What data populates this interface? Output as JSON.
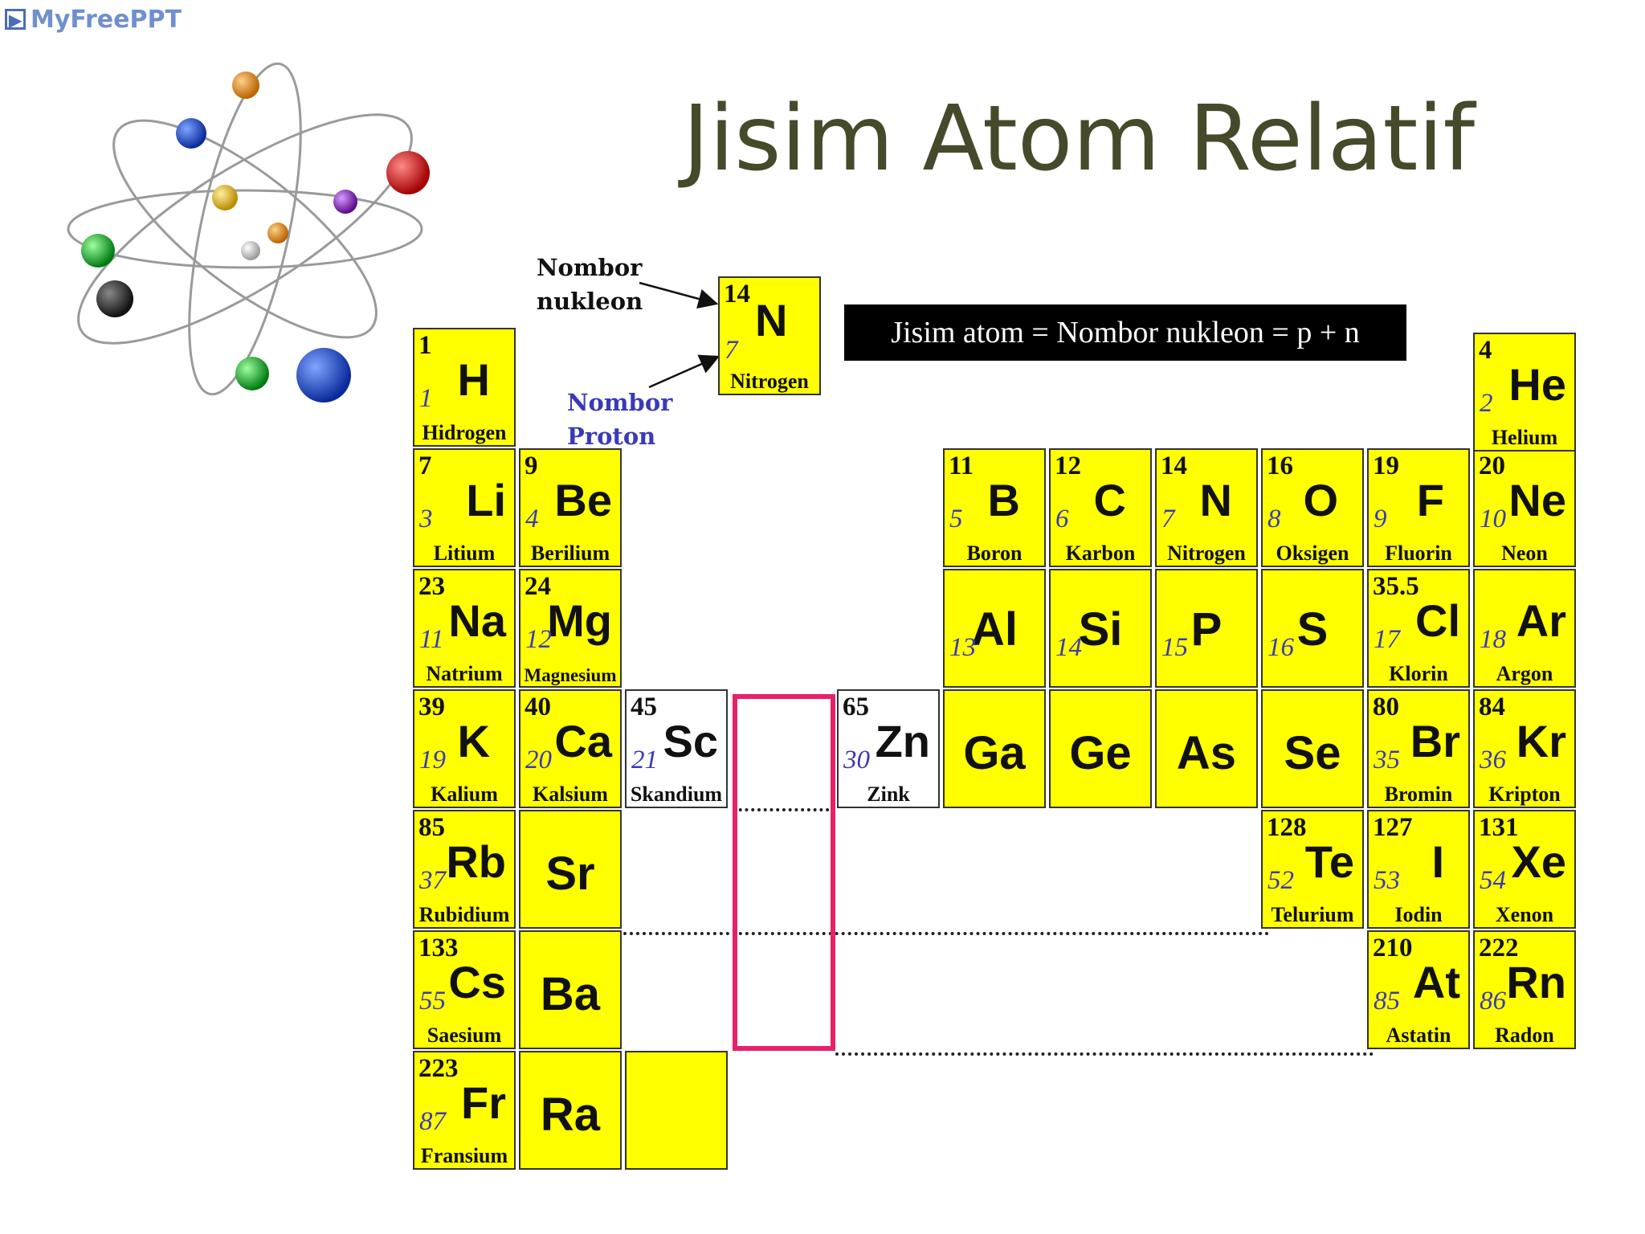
{
  "logo": {
    "icon": "presentation-icon",
    "text": "MyFreePPT"
  },
  "title": "Jisim Atom Relatif",
  "formula": "Jisim atom = Nombor nukleon = p + n",
  "legend": {
    "nukleon_label": [
      "Nombor",
      "nukleon"
    ],
    "proton_label": [
      "Nombor",
      "Proton"
    ],
    "example": {
      "nukleon": "14",
      "symbol": "N",
      "proton": "7",
      "name": "Nitrogen"
    }
  },
  "elements": [
    {
      "col": 0,
      "row": 0,
      "sym": "H",
      "nuk": "1",
      "pro": "1",
      "name": "Hidrogen"
    },
    {
      "col": 0,
      "row": 1,
      "sym": "Li",
      "nuk": "7",
      "pro": "3",
      "name": "Litium"
    },
    {
      "col": 1,
      "row": 1,
      "sym": "Be",
      "nuk": "9",
      "pro": "4",
      "name": "Berilium"
    },
    {
      "col": 0,
      "row": 2,
      "sym": "Na",
      "nuk": "23",
      "pro": "11",
      "name": "Natrium"
    },
    {
      "col": 1,
      "row": 2,
      "sym": "Mg",
      "nuk": "24",
      "pro": "12",
      "name": "Magnesium"
    },
    {
      "col": 0,
      "row": 3,
      "sym": "K",
      "nuk": "39",
      "pro": "19",
      "name": "Kalium"
    },
    {
      "col": 1,
      "row": 3,
      "sym": "Ca",
      "nuk": "40",
      "pro": "20",
      "name": "Kalsium"
    },
    {
      "col": 2,
      "row": 3,
      "sym": "Sc",
      "nuk": "45",
      "pro": "21",
      "name": "Skandium",
      "white": true
    },
    {
      "col": 4,
      "row": 3,
      "sym": "Zn",
      "nuk": "65",
      "pro": "30",
      "name": "Zink",
      "white": true
    },
    {
      "col": 0,
      "row": 4,
      "sym": "Rb",
      "nuk": "85",
      "pro": "37",
      "name": "Rubidium"
    },
    {
      "col": 1,
      "row": 4,
      "sym": "Sr"
    },
    {
      "col": 0,
      "row": 5,
      "sym": "Cs",
      "nuk": "133",
      "pro": "55",
      "name": "Saesium"
    },
    {
      "col": 1,
      "row": 5,
      "sym": "Ba"
    },
    {
      "col": 0,
      "row": 6,
      "sym": "Fr",
      "nuk": "223",
      "pro": "87",
      "name": "Fransium"
    },
    {
      "col": 1,
      "row": 6,
      "sym": "Ra"
    },
    {
      "col": 2,
      "row": 6,
      "sym": ""
    },
    {
      "col": 5,
      "row": 1,
      "sym": "B",
      "nuk": "11",
      "pro": "5",
      "name": "Boron"
    },
    {
      "col": 6,
      "row": 1,
      "sym": "C",
      "nuk": "12",
      "pro": "6",
      "name": "Karbon"
    },
    {
      "col": 7,
      "row": 1,
      "sym": "N",
      "nuk": "14",
      "pro": "7",
      "name": "Nitrogen"
    },
    {
      "col": 8,
      "row": 1,
      "sym": "O",
      "nuk": "16",
      "pro": "8",
      "name": "Oksigen"
    },
    {
      "col": 9,
      "row": 1,
      "sym": "F",
      "nuk": "19",
      "pro": "9",
      "name": "Fluorin"
    },
    {
      "col": 10,
      "row": 1,
      "sym": "Ne",
      "nuk": "20",
      "pro": "10",
      "name": "Neon"
    },
    {
      "col": 10,
      "row": 0,
      "sym": "He",
      "nuk": "4",
      "pro": "2",
      "name": "Helium"
    },
    {
      "col": 5,
      "row": 2,
      "sym": "Al",
      "pro": "13"
    },
    {
      "col": 6,
      "row": 2,
      "sym": "Si",
      "pro": "14"
    },
    {
      "col": 7,
      "row": 2,
      "sym": "P",
      "pro": "15"
    },
    {
      "col": 8,
      "row": 2,
      "sym": "S",
      "pro": "16"
    },
    {
      "col": 9,
      "row": 2,
      "sym": "Cl",
      "nuk": "35.5",
      "pro": "17",
      "name": "Klorin"
    },
    {
      "col": 10,
      "row": 2,
      "sym": "Ar",
      "pro": "18",
      "name": "Argon"
    },
    {
      "col": 5,
      "row": 3,
      "sym": "Ga"
    },
    {
      "col": 6,
      "row": 3,
      "sym": "Ge"
    },
    {
      "col": 7,
      "row": 3,
      "sym": "As"
    },
    {
      "col": 8,
      "row": 3,
      "sym": "Se"
    },
    {
      "col": 9,
      "row": 3,
      "sym": "Br",
      "nuk": "80",
      "pro": "35",
      "name": "Bromin"
    },
    {
      "col": 10,
      "row": 3,
      "sym": "Kr",
      "nuk": "84",
      "pro": "36",
      "name": "Kripton"
    },
    {
      "col": 8,
      "row": 4,
      "sym": "Te",
      "nuk": "128",
      "pro": "52",
      "name": "Telurium"
    },
    {
      "col": 9,
      "row": 4,
      "sym": "I",
      "nuk": "127",
      "pro": "53",
      "name": "Iodin"
    },
    {
      "col": 10,
      "row": 4,
      "sym": "Xe",
      "nuk": "131",
      "pro": "54",
      "name": "Xenon"
    },
    {
      "col": 9,
      "row": 5,
      "sym": "At",
      "nuk": "210",
      "pro": "85",
      "name": "Astatin"
    },
    {
      "col": 10,
      "row": 5,
      "sym": "Rn",
      "nuk": "222",
      "pro": "86",
      "name": "Radon"
    }
  ]
}
